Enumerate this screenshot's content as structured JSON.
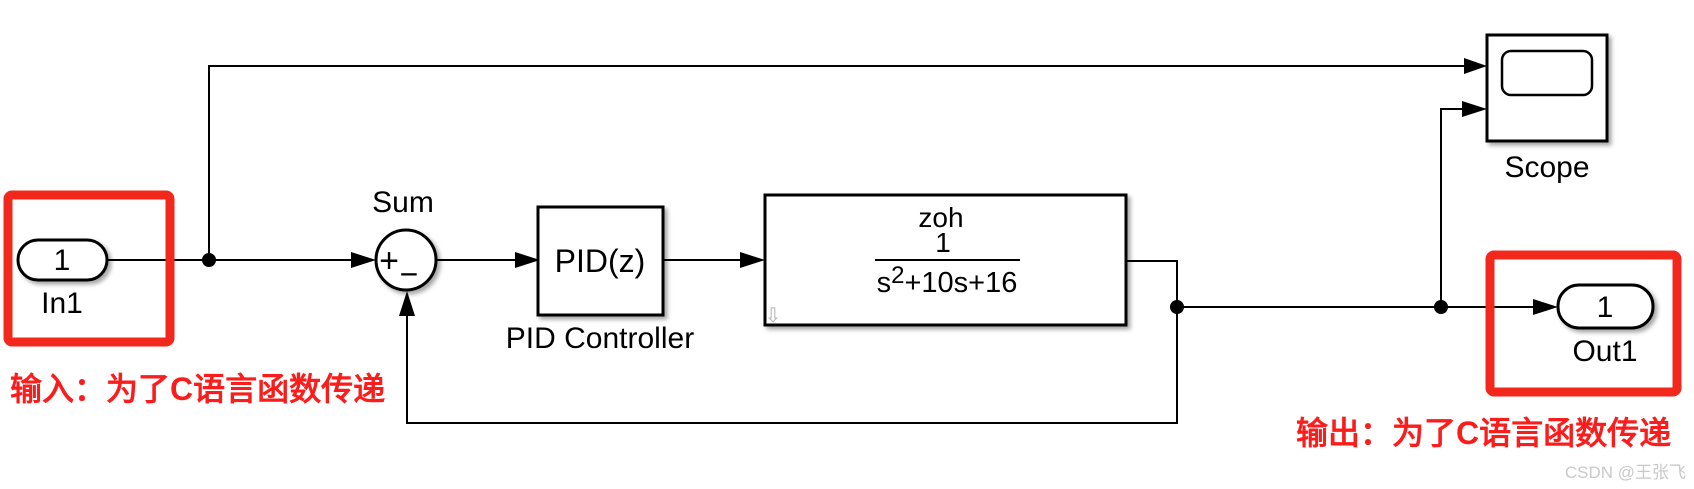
{
  "blocks": {
    "in1": {
      "port_number": "1",
      "label": "In1"
    },
    "sum": {
      "label": "Sum",
      "plus_sign": "+",
      "minus_sign": "−"
    },
    "pid": {
      "text": "PID(z)",
      "label": "PID Controller"
    },
    "plant": {
      "sample_mode": "zoh",
      "numerator": "1",
      "den_s": "s",
      "den_sup": "2",
      "den_rest": "+10s+16"
    },
    "scope": {
      "label": "Scope"
    },
    "out1": {
      "port_number": "1",
      "label": "Out1"
    }
  },
  "icons": {
    "sample_time_arrow": "⇩"
  },
  "annotations": {
    "input_note": "输入：为了C语言函数传递",
    "output_note": "输出：为了C语言函数传递",
    "watermark": "CSDN @王张飞"
  },
  "colors": {
    "highlight_red": "#f3281c",
    "annotation_red": "#fa1d1c",
    "wire_black": "#000000",
    "watermark_gray": "#c9c9c9"
  }
}
